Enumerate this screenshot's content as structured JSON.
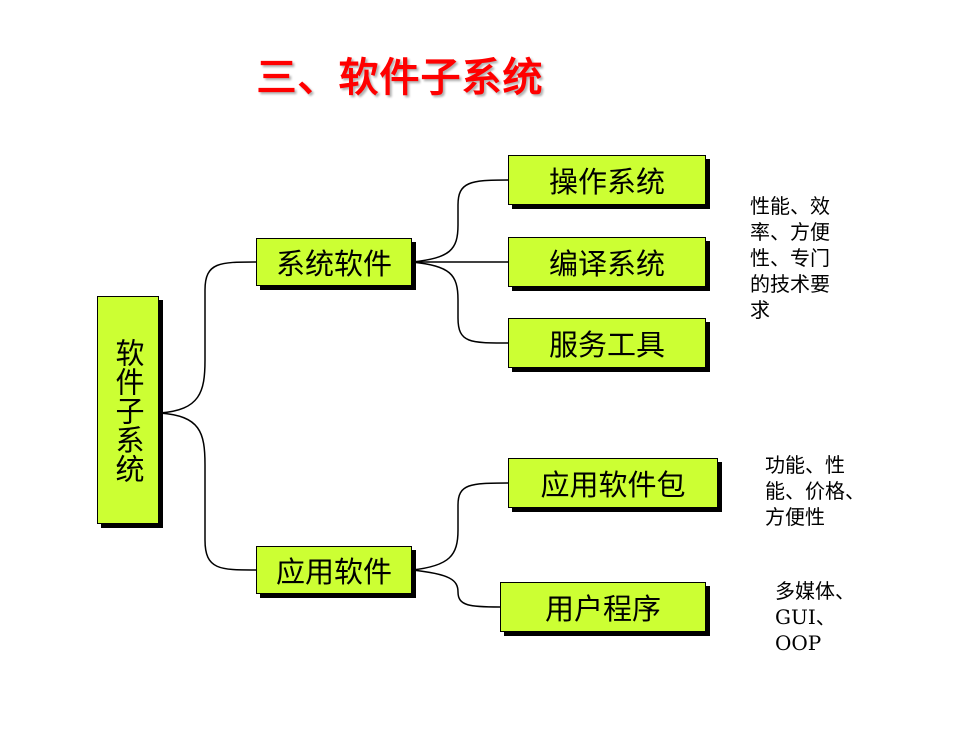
{
  "title": "三、软件子系统",
  "root": "软件子系统",
  "level1": {
    "system_software": "系统软件",
    "application_software": "应用软件"
  },
  "level2": {
    "operating_system": "操作系统",
    "compiler_system": "编译系统",
    "service_tools": "服务工具",
    "application_package": "应用软件包",
    "user_program": "用户程序"
  },
  "notes": {
    "system_software": "性能、效\n率、方便\n性、专门\n的技术要\n求",
    "application_package": "功能、性\n能、价格、\n方便性",
    "user_program": "多媒体、\nGUI、\nOOP"
  }
}
